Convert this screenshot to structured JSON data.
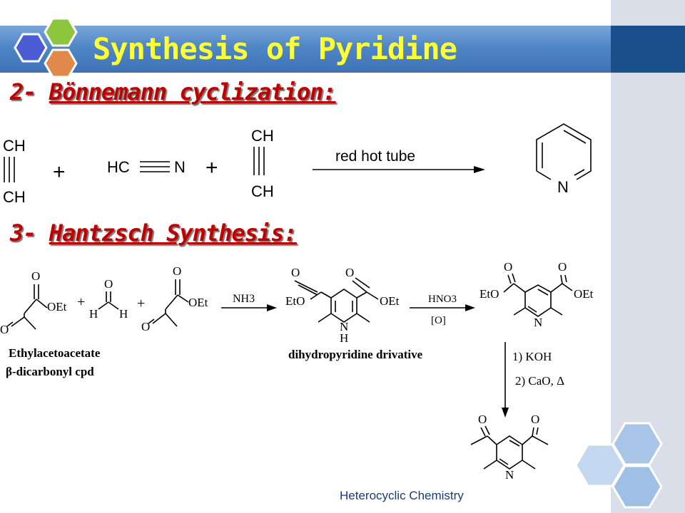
{
  "slide": {
    "title": "Synthesis of Pyridine",
    "footer": "Heterocyclic Chemistry"
  },
  "section_bonnemann": {
    "number": "2-",
    "heading": "Bönnemann cyclization:",
    "reactant_1_top": "CH",
    "reactant_1_bottom": "CH",
    "plus_1": "+",
    "reactant_2_left": "HC",
    "reactant_2_right": "N",
    "plus_2": "+",
    "reactant_3_top": "CH",
    "reactant_3_bottom": "CH",
    "condition": "red hot tube",
    "product_atom": "N"
  },
  "section_hantzsch": {
    "number": "3-",
    "heading": "Hantzsch Synthesis:",
    "ester_1_O_ketone": "O",
    "ester_1_O_ester": "O",
    "ester_1_OEt": "OEt",
    "plus_1": "+",
    "aldehyde_O": "O",
    "aldehyde_H_left": "H",
    "aldehyde_H_right": "H",
    "plus_2": "+",
    "ester_2_O_ketone": "O",
    "ester_2_O_ester": "O",
    "ester_2_OEt": "OEt",
    "reagent_1": "NH3",
    "dhp_EtO": "EtO",
    "dhp_OEt": "OEt",
    "dhp_O_left": "O",
    "dhp_O_right": "O",
    "dhp_N": "N",
    "dhp_H": "H",
    "reagent_2_top": "HNO3",
    "reagent_2_bottom": "[O]",
    "pyr_EtO": "EtO",
    "pyr_OEt": "OEt",
    "pyr_O_left": "O",
    "pyr_O_right": "O",
    "pyr_N": "N",
    "label_reactant_1": "Ethylacetoacetate",
    "label_reactant_2": "β-dicarbonyl cpd",
    "label_dhp": "dihydropyridine drivative",
    "step_1": "1) KOH",
    "step_2": "2) CaO, Δ",
    "final_O_left": "O",
    "final_O_right": "O",
    "final_N": "N"
  },
  "colors": {
    "title": "#ffff33",
    "heading": "#c00000",
    "header_band": "#4f86c6",
    "dark_block": "#1b4f8c",
    "right_panel": "#d9dee8",
    "footer_text": "#1a3a78",
    "logo_blue": "#4a5bd4",
    "logo_green": "#8cc63f",
    "logo_orange": "#e0894a",
    "deco_hex": "#a9c6e8"
  }
}
